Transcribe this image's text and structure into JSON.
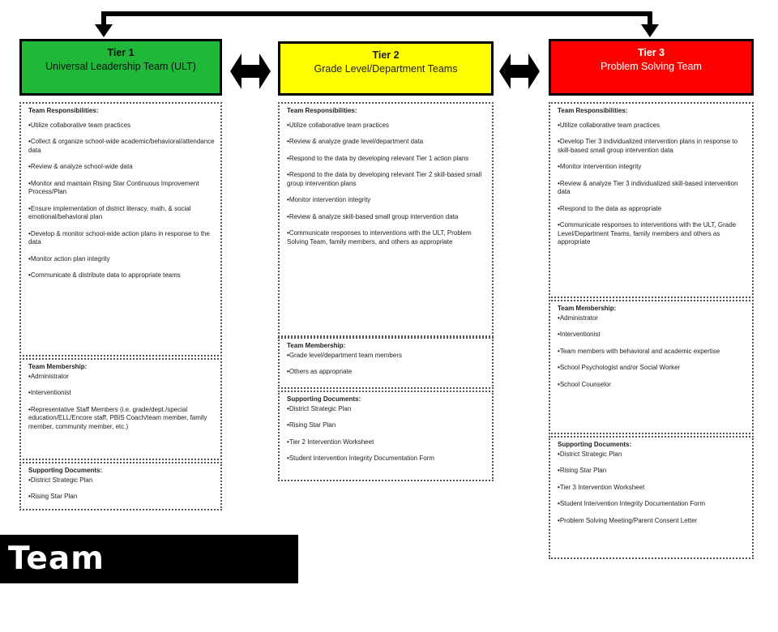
{
  "title": "Team Structures",
  "tiers": [
    {
      "title": "Tier 1",
      "subtitle": "Universal Leadership Team (ULT)",
      "color": "#1fb839",
      "responsibilities_label": "Team Responsibilities:",
      "responsibilities": [
        "Utilize collaborative team practices",
        "Collect & organize school-wide academic/behavioral/attendance data",
        "Review & analyze school-wide data",
        "Monitor and maintain Rising Star Continuous Improvement Process/Plan",
        "Ensure implementation of district literacy, math, & social emotional/behavioral plan",
        "Develop & monitor school-wide action plans in response to the data",
        "Monitor action plan integrity",
        "Communicate & distribute data to appropriate teams"
      ],
      "membership_label": "Team Membership:",
      "membership": [
        "Administrator",
        "Interventionist",
        "Representative Staff Members (i.e. grade/dept./special education/ELL/Encore staff, PBIS Coach/team member, family member, community member, etc.)"
      ],
      "documents_label": "Supporting Documents:",
      "documents": [
        "District Strategic Plan",
        "Rising Star Plan"
      ]
    },
    {
      "title": "Tier 2",
      "subtitle": "Grade Level/Department Teams",
      "color": "#ffff00",
      "responsibilities_label": "Team Responsibilities:",
      "responsibilities": [
        "Utilize collaborative team practices",
        "Review & analyze grade level/department data",
        "Respond to the data by developing relevant Tier 1 action plans",
        "Respond to the data by developing relevant Tier 2 skill-based small group intervention plans",
        "Monitor intervention integrity",
        "Review & analyze skill-based small group intervention data",
        "Communicate responses to interventions with the ULT, Problem Solving Team, family members, and others as appropriate"
      ],
      "membership_label": "Team Membership:",
      "membership": [
        "Grade level/department team members",
        "Others as appropriate"
      ],
      "documents_label": "Supporting Documents:",
      "documents": [
        "District Strategic Plan",
        "Rising Star Plan",
        "Tier 2 Intervention Worksheet",
        "Student Intervention Integrity Documentation Form"
      ]
    },
    {
      "title": "Tier 3",
      "subtitle": "Problem Solving Team",
      "color": "#ff0000",
      "responsibilities_label": "Team Responsibilities:",
      "responsibilities": [
        "Utilize collaborative team practices",
        "Develop Tier 3 individualized intervention plans in response to skill-based small group intervention data",
        "Monitor intervention integrity",
        "Review & analyze Tier 3 individualized skill-based intervention data",
        "Respond to the data as appropriate",
        "Communicate responses to interventions with the ULT, Grade Level/Department Teams, family members and others as appropriate"
      ],
      "membership_label": "Team Membership:",
      "membership": [
        "Administrator",
        "Interventionist",
        "Team members with behavioral and academic expertise",
        "School Psychologist and/or Social Worker",
        "School Counselor"
      ],
      "documents_label": "Supporting Documents:",
      "documents": [
        "District Strategic Plan",
        "Rising Star Plan",
        "Tier 3 Intervention Worksheet",
        "Student Intervention Integrity Documentation Form",
        "Problem Solving Meeting/Parent Consent Letter"
      ]
    }
  ]
}
